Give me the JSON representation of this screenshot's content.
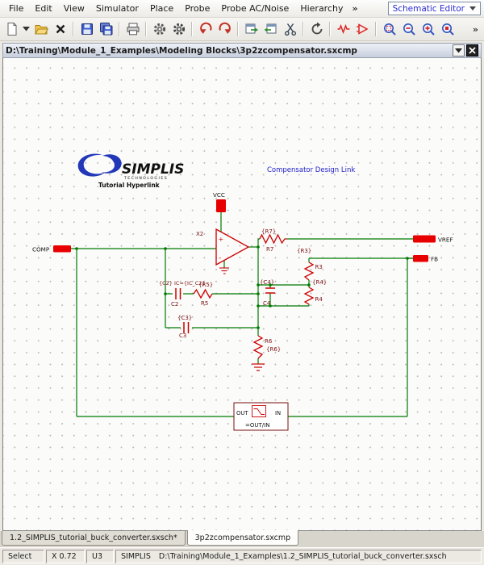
{
  "menu": {
    "items": [
      "File",
      "Edit",
      "View",
      "Simulator",
      "Place",
      "Probe",
      "Probe AC/Noise",
      "Hierarchy"
    ],
    "overflow": "»",
    "mode_selector": "Schematic Editor"
  },
  "toolbar": {
    "overflow": "»",
    "icons": [
      "new-schematic",
      "new-dropdown",
      "open",
      "close",
      "save",
      "save-all",
      "print",
      "options-gear",
      "simulator-gear",
      "undo",
      "redo",
      "place-window",
      "place-model",
      "cut",
      "refresh",
      "probe-net-red",
      "probe-part-red",
      "zoom-area",
      "zoom-out",
      "zoom-in",
      "zoom-fit"
    ]
  },
  "document": {
    "title": "D:\\Training\\Module_1_Examples\\Modeling Blocks\\3p2zcompensator.sxcmp"
  },
  "schematic": {
    "logo_brand": "SIMPLIS",
    "logo_sub": "TECHNOLOGIES",
    "logo_hyperlink": "Tutorial Hyperlink",
    "design_link": "Compensator Design Link",
    "opamp_ref": "X2",
    "opamp_plus": "+",
    "opamp_minus": "-",
    "ports": {
      "comp": "COMP",
      "vcc": "VCC",
      "vref": "VREF",
      "fb": "FB"
    },
    "r7": {
      "param": "{R7}",
      "ref": "R7"
    },
    "r3": {
      "param": "{R3}",
      "ref": "R3"
    },
    "r4": {
      "param": "{R4}",
      "ref": "R4"
    },
    "r5": {
      "param": "{R5}",
      "ref": "R5"
    },
    "r6": {
      "param": "{R6}",
      "ref": "R6"
    },
    "c2": {
      "param": "{C2} IC={IC_C2}",
      "ref": "C2"
    },
    "c3": {
      "param": "{C3}",
      "ref": "C3"
    },
    "c4": {
      "param": "{C4}",
      "ref": "C4"
    },
    "block": {
      "out": "OUT",
      "in": "IN",
      "formula": "=OUT/IN"
    }
  },
  "tabs": [
    {
      "label": "1.2_SIMPLIS_tutorial_buck_converter.sxsch*",
      "active": false
    },
    {
      "label": "3p2zcompensator.sxcmp",
      "active": true
    }
  ],
  "statusbar": {
    "mode": "Select",
    "coord": "X 0.72",
    "ref": "U3",
    "engine": "SIMPLIS",
    "path": "D:\\Training\\Module_1_Examples\\1.2_SIMPLIS_tutorial_buck_converter.sxsch"
  },
  "colors": {
    "wire": "#007A00",
    "component": "#CC0000",
    "label": "#7A1010",
    "port_fill": "#E80000",
    "link": "#2222CC"
  }
}
